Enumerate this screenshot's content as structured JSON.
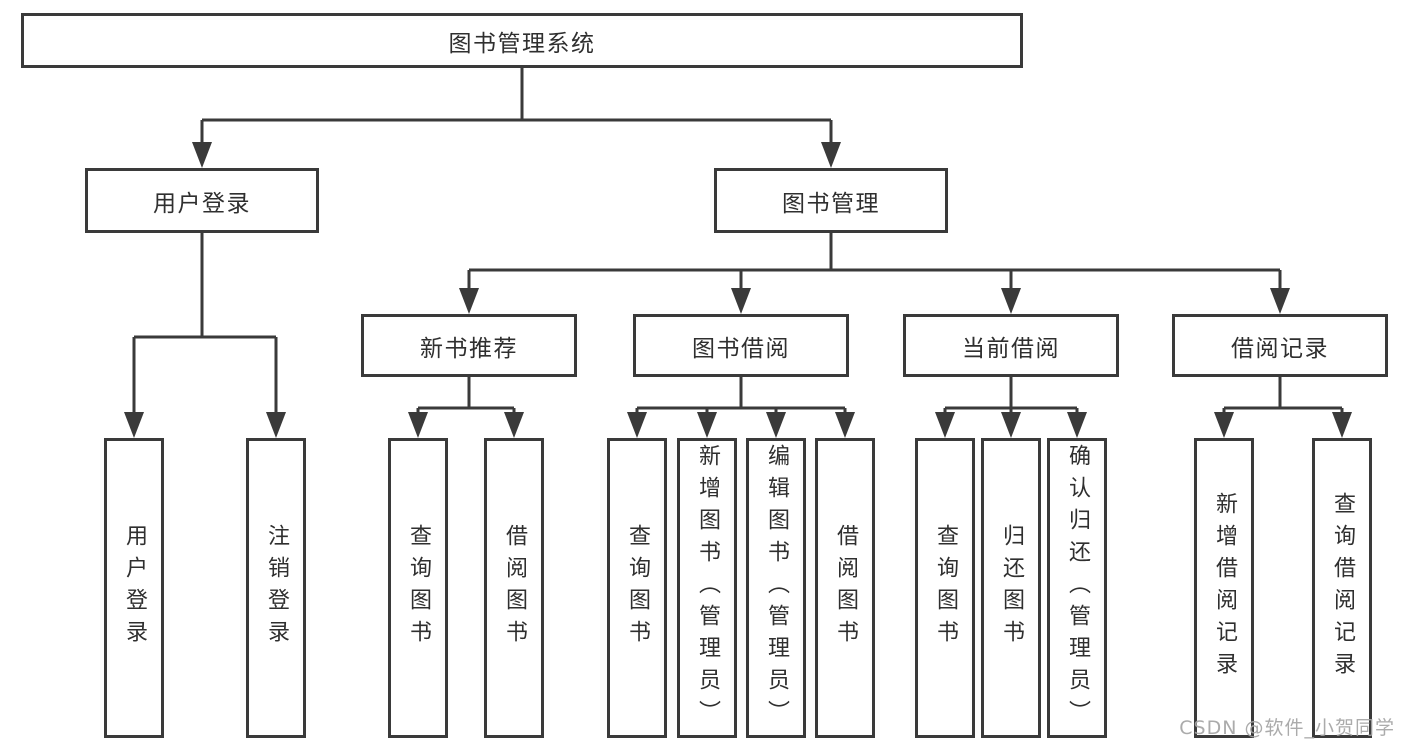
{
  "diagram": {
    "root": {
      "label": "图书管理系统"
    },
    "level2": [
      {
        "label": "用户登录"
      },
      {
        "label": "图书管理"
      }
    ],
    "level3": [
      {
        "label": "新书推荐",
        "parent": "图书管理"
      },
      {
        "label": "图书借阅",
        "parent": "图书管理"
      },
      {
        "label": "当前借阅",
        "parent": "图书管理"
      },
      {
        "label": "借阅记录",
        "parent": "图书管理"
      }
    ],
    "leaves": [
      {
        "label": "用户登录",
        "parent": "用户登录"
      },
      {
        "label": "注销登录",
        "parent": "用户登录"
      },
      {
        "label": "查询图书",
        "parent": "新书推荐"
      },
      {
        "label": "借阅图书",
        "parent": "新书推荐"
      },
      {
        "label": "查询图书",
        "parent": "图书借阅"
      },
      {
        "label": "新增图书（管理员）",
        "parent": "图书借阅"
      },
      {
        "label": "编辑图书（管理员）",
        "parent": "图书借阅"
      },
      {
        "label": "借阅图书",
        "parent": "图书借阅"
      },
      {
        "label": "查询图书",
        "parent": "当前借阅"
      },
      {
        "label": "归还图书",
        "parent": "当前借阅"
      },
      {
        "label": "确认归还（管理员）",
        "parent": "当前借阅"
      },
      {
        "label": "新增借阅记录",
        "parent": "借阅记录"
      },
      {
        "label": "查询借阅记录",
        "parent": "借阅记录"
      }
    ],
    "colors": {
      "line": "#3a3a3a",
      "text": "#2f2f2f",
      "box_background": "#ffffff",
      "watermark": "#a4a4a4"
    }
  },
  "watermark": {
    "text": "CSDN @软件_小贺同学"
  }
}
